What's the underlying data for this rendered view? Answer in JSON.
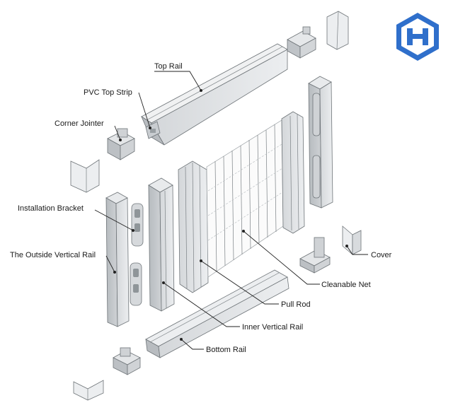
{
  "diagram": {
    "labels": {
      "top_rail": "Top Rail",
      "pvc_top_strip": "PVC Top Strip",
      "corner_jointer": "Corner Jointer",
      "installation_bracket": "Installation Bracket",
      "outside_vertical_rail": "The Outside Vertical Rail",
      "cover": "Cover",
      "cleanable_net": "Cleanable Net",
      "pull_rod": "Pull Rod",
      "inner_vertical_rail": "Inner Vertical Rail",
      "bottom_rail": "Bottom Rail"
    }
  },
  "logo": {
    "letter": "H",
    "color": "#2f6fcb"
  },
  "colors": {
    "metal_light": "#dcdfe2",
    "metal_mid": "#c4c8cc",
    "metal_dark": "#a9aeb2",
    "leader": "#222222"
  }
}
